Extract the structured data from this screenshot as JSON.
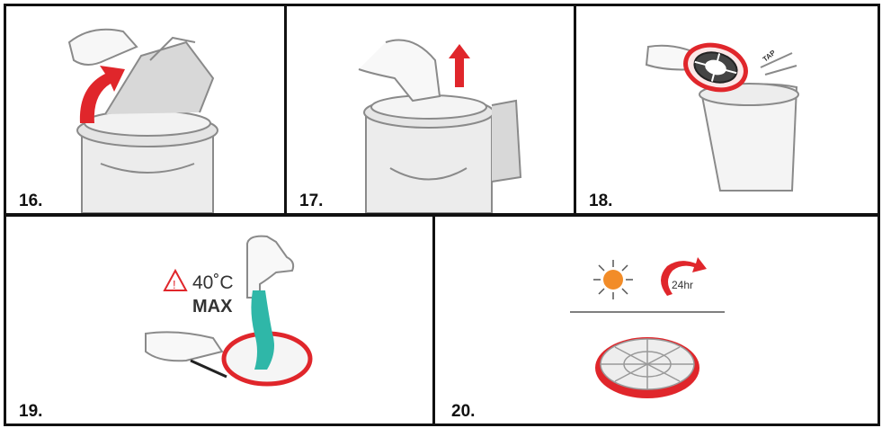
{
  "steps": [
    {
      "number": "16."
    },
    {
      "number": "17."
    },
    {
      "number": "18.",
      "label": "TAP"
    },
    {
      "number": "19.",
      "temperature": "40˚C",
      "limit": "MAX"
    },
    {
      "number": "20.",
      "duration": "24hr"
    }
  ],
  "colors": {
    "accent_red": "#e0262b",
    "water": "#2fb7a8",
    "sun": "#f28c28",
    "line": "#8a8a8a"
  }
}
